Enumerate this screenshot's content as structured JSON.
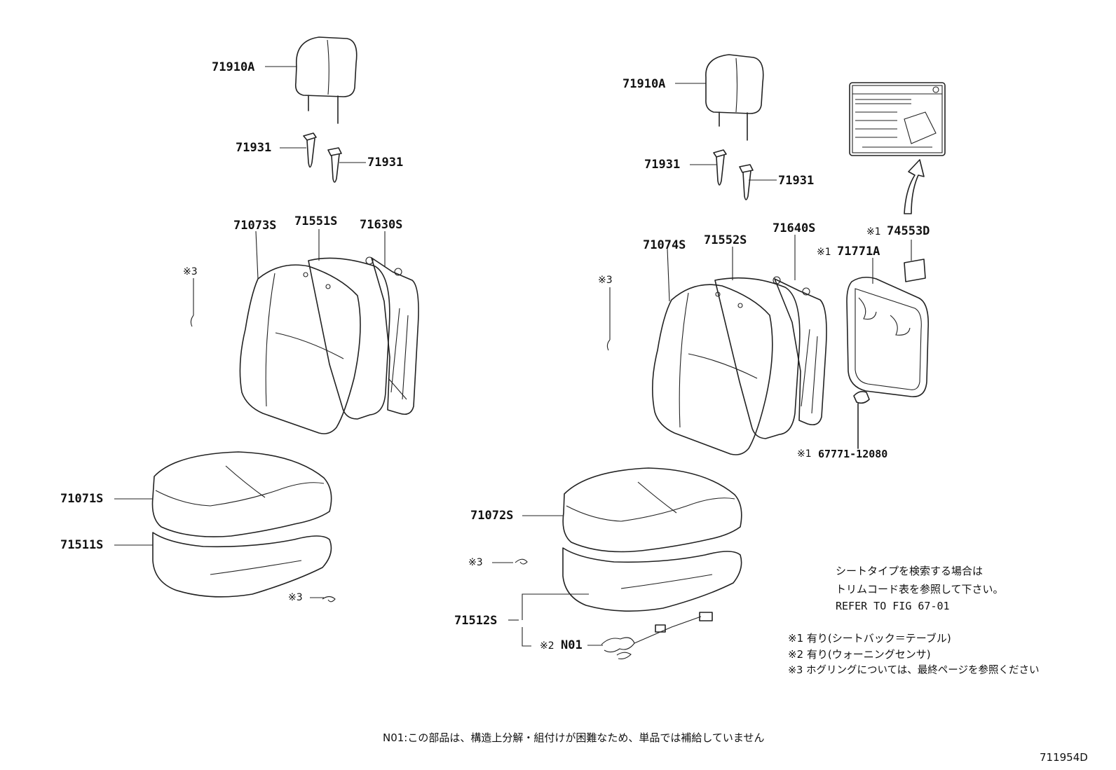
{
  "labels": {
    "l_71910a_left": "71910A",
    "l_71931_left_a": "71931",
    "l_71931_left_b": "71931",
    "l_71073s": "71073S",
    "l_71551s": "71551S",
    "l_71630s": "71630S",
    "l_mark3_left_back": "※3",
    "l_71071s": "71071S",
    "l_71511s": "71511S",
    "l_mark3_left_cush": "※3",
    "l_71910a_right": "71910A",
    "l_71931_right_a": "71931",
    "l_71931_right_b": "71931",
    "l_71074s": "71074S",
    "l_71552s": "71552S",
    "l_71640s": "71640S",
    "l_mark3_right_back": "※3",
    "l_74553d_mark": "※1",
    "l_74553d": "74553D",
    "l_71771a_mark": "※1",
    "l_71771a": "71771A",
    "l_67771_mark": "※1",
    "l_67771": "67771-12080",
    "l_71072s": "71072S",
    "l_mark3_right_cush": "※3",
    "l_71512s": "71512S",
    "l_n01_mark": "※2",
    "l_n01": "N01"
  },
  "notes": {
    "trim_line1": "シートタイプを検索する場合は",
    "trim_line2": "トリムコード表を参照して下さい。",
    "trim_line3": "REFER TO FIG 67-01",
    "legend1": "※1  有り(シートバック＝テーブル)",
    "legend2": "※2  有り(ウォーニングセンサ)",
    "legend3": "※3  ホグリングについては、最終ページを参照ください",
    "footer": "N01:この部品は、構造上分解・組付けが困難なため、単品では補給していません",
    "figure_id": "711954D"
  },
  "colors": {
    "line": "#222222",
    "text": "#111111",
    "background": "#ffffff"
  }
}
